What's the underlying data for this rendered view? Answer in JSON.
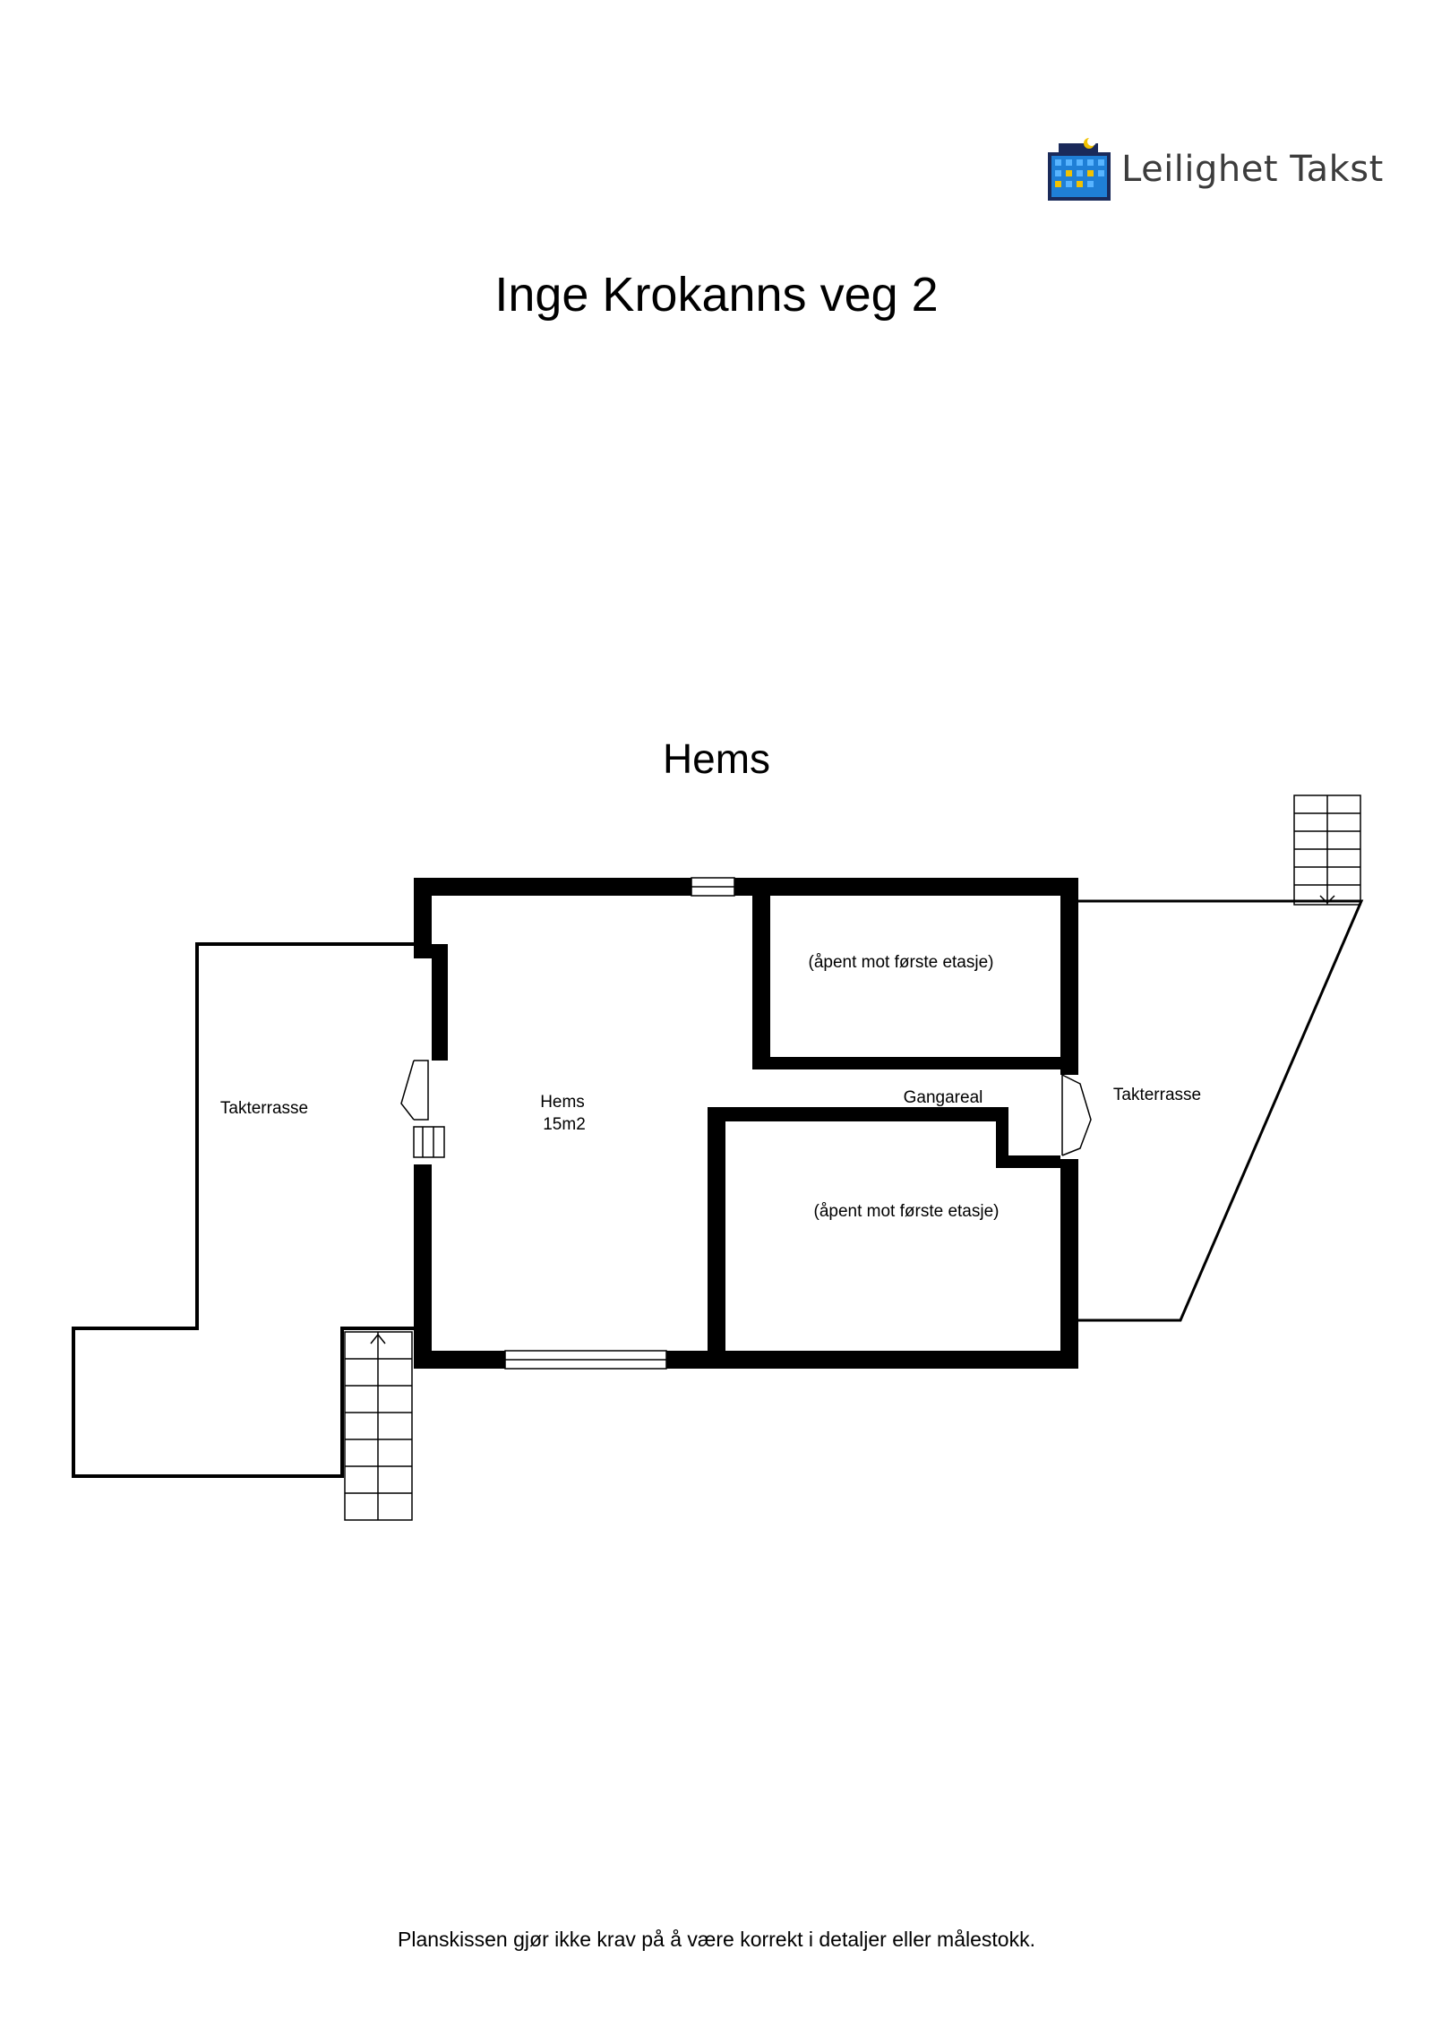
{
  "logo": {
    "brand_name": "Leilighet Takst",
    "icon": "building-logo-icon",
    "colors": {
      "blue": "#1f7fd6",
      "navy": "#1a2a5a",
      "yellow": "#f2c200"
    }
  },
  "title": "Inge Krokanns veg 2",
  "floor_name": "Hems",
  "rooms": {
    "terrace_left": "Takterrasse",
    "hems_name": "Hems",
    "hems_area": "15m2",
    "open_top": "(åpent mot første etasje)",
    "open_bottom": "(åpent mot første etasje)",
    "corridor": "Gangareal",
    "terrace_right": "Takterrasse"
  },
  "disclaimer": "Planskissen gjør ikke krav på å være korrekt i detaljer eller målestokk."
}
